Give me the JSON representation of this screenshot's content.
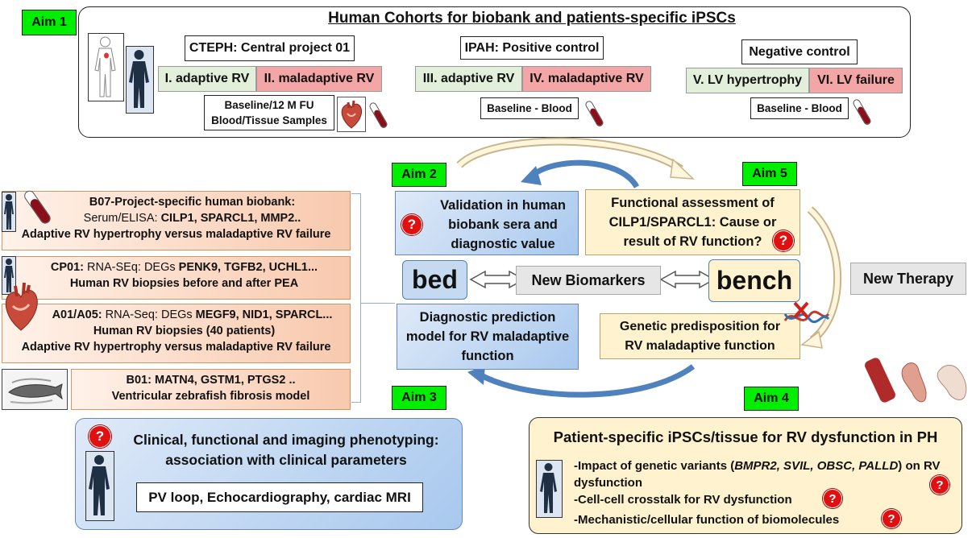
{
  "top": {
    "aim": "Aim 1",
    "title": "Human Cohorts for biobank and patients-specific iPSCs",
    "cteph": {
      "title": "CTEPH: Central project 01",
      "adaptive": "I. adaptive RV",
      "maladaptive": "II. maladaptive RV",
      "baseline_line1": "Baseline/12 M FU",
      "baseline_line2": "Blood/Tissue Samples"
    },
    "ipah": {
      "title": "IPAH: Positive control",
      "adaptive": "III. adaptive RV",
      "maladaptive": "IV. maladaptive RV",
      "baseline": "Baseline - Blood"
    },
    "neg": {
      "title": "Negative control",
      "adaptive": "V. LV hypertrophy",
      "maladaptive": "VI. LV failure",
      "baseline": "Baseline - Blood"
    }
  },
  "left": {
    "b07": {
      "title": "B07-Project-specific human biobank:",
      "prefix": "Serum/ELISA: ",
      "markers": "CILP1, SPARCL1, MMP2..",
      "desc": "Adaptive RV hypertrophy versus maladaptive RV failure"
    },
    "cp01": {
      "code": "CP01:",
      "prefix": " RNA-SEq: DEGs ",
      "markers": "PENK9, TGFB2, UCHL1...",
      "desc": "Human RV biopsies before and after PEA"
    },
    "a01": {
      "code": "A01/A05:",
      "prefix": " RNA-Seq: DEGs ",
      "markers": "MEGF9, NID1, SPARCL...",
      "desc1": "Human RV biopsies (40 patients)",
      "desc2": "Adaptive RV hypertrophy versus maladaptive RV failure"
    },
    "b01": {
      "line1": "B01: MATN4, GSTM1, PTGS2 ..",
      "line2": "Ventricular zebrafish fibrosis model"
    }
  },
  "center": {
    "aim2": "Aim 2",
    "aim3": "Aim 3",
    "aim4": "Aim 4",
    "aim5": "Aim 5",
    "validation": "Validation in human biobank sera and diagnostic value",
    "functional": "Functional assessment of CILP1/SPARCL1: Cause or result of RV function?",
    "bed": "bed",
    "bench": "bench",
    "biomarkers": "New Biomarkers",
    "diagnostic": "Diagnostic prediction model for RV maladaptive function",
    "genetic_line1": "Genetic predisposition for",
    "genetic_line2": "RV maladaptive function",
    "therapy": "New Therapy"
  },
  "clinical": {
    "title_line1": "Clinical, functional and imaging phenotyping:",
    "title_line2": "association with clinical parameters",
    "methods": "PV loop, Echocardiography, cardiac MRI"
  },
  "ipsc": {
    "title": "Patient-specific iPSCs/tissue for RV dysfunction in PH",
    "item1_prefix": "-Impact of genetic variants (",
    "item1_genes": "BMPR2, SVIL, OBSC, PALLD",
    "item1_suffix": ") on RV",
    "item1_cont": "dysfunction",
    "item2": "-Cell-cell crosstalk for RV dysfunction",
    "item3": "-Mechanistic/cellular function of biomolecules"
  },
  "question_mark": "?",
  "colors": {
    "aim": "#00ee00",
    "blue_box": "#a8c8ee",
    "cream_box": "#fff3cf",
    "orange_box": "#f8c9ad",
    "green_box": "#e2efda",
    "red_box": "#f4a6a6",
    "question": "#e01010"
  }
}
